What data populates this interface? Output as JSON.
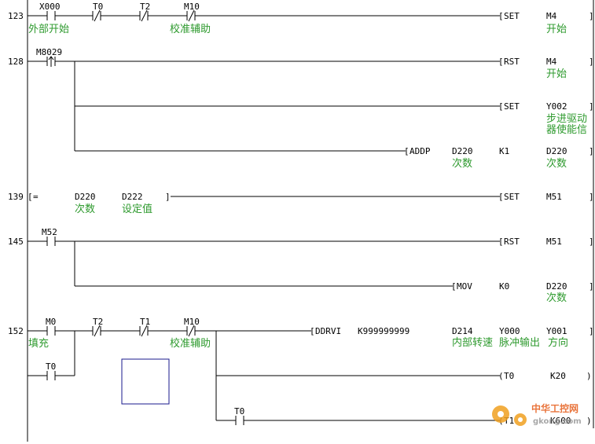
{
  "rungs": {
    "r123": {
      "step": "123",
      "c1": "X000",
      "c1c": "外部开始",
      "c2": "T0",
      "c3": "T2",
      "c4": "M10",
      "c4c": "校准辅助",
      "ins": "SET",
      "op1": "M4",
      "op1c": "开始"
    },
    "r128": {
      "step": "128",
      "c1": "M8029",
      "ins1": "RST",
      "op1": "M4",
      "op1c": "开始",
      "ins2": "SET",
      "op2": "Y002",
      "op2c1": "步进驱动",
      "op2c2": "器使能信",
      "ins3": "ADDP",
      "a1": "D220",
      "a1c": "次数",
      "a2": "K1",
      "a3": "D220",
      "a3c": "次数"
    },
    "r139": {
      "step": "139",
      "cmp": "=",
      "a1": "D220",
      "a1c": "次数",
      "a2": "D222",
      "a2c": "设定值",
      "ins": "SET",
      "op": "M51"
    },
    "r145": {
      "step": "145",
      "c1": "M52",
      "ins1": "RST",
      "op1": "M51",
      "ins2": "MOV",
      "a1": "K0",
      "a2": "D220",
      "a2c": "次数"
    },
    "r152": {
      "step": "152",
      "c1": "M0",
      "c1c": "填充",
      "c2": "T2",
      "c3": "T1",
      "c4": "M10",
      "c4c": "校准辅助",
      "c5": "T0",
      "ins": "DDRVI",
      "k": "K999999999",
      "a1": "D214",
      "a1c": "内部转速",
      "a2": "Y000",
      "a2c": "脉冲输出",
      "a3": "Y001",
      "a3c": "方向",
      "coil1": "T0",
      "coil1k": "K20",
      "c6": "T0",
      "coil2": "T1",
      "coil2k": "K600"
    }
  },
  "watermark": {
    "cn": "中华工控网",
    "url": "gkong.com"
  }
}
